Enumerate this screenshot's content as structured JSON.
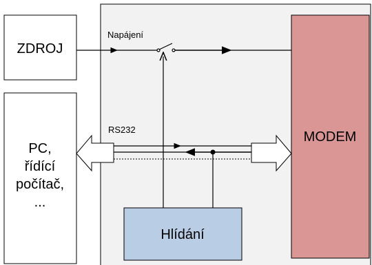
{
  "blocks": {
    "zdroj": "ZDROJ",
    "pc": [
      "PC,",
      "řídící",
      "počítač,",
      "..."
    ],
    "modem": "MODEM",
    "hlidani": "Hlídání"
  },
  "labels": {
    "napajeni": "Napájení",
    "rs232": "RS232"
  },
  "colors": {
    "panel": "#f2f2f2",
    "modem_fill": "#d99694",
    "hlidani_fill": "#b9cde5",
    "stroke": "#000000"
  }
}
